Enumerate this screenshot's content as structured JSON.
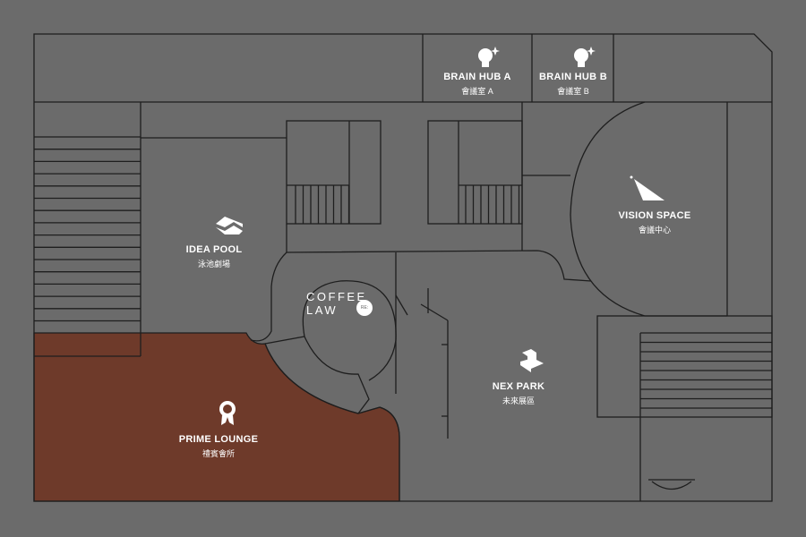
{
  "rooms": {
    "brain_hub_a": {
      "en": "BRAIN HUB A",
      "zh": "會議室 A"
    },
    "brain_hub_b": {
      "en": "BRAIN HUB B",
      "zh": "會議室 B"
    },
    "vision_space": {
      "en": "VISION SPACE",
      "zh": "會議中心"
    },
    "idea_pool": {
      "en": "IDEA POOL",
      "zh": "泳池劇場"
    },
    "coffee_law": {
      "line1": "COFFEE",
      "line2": "LAW",
      "badge": "RE:"
    },
    "nex_park": {
      "en": "NEX PARK",
      "zh": "未來展區"
    },
    "prime_lounge": {
      "en": "PRIME LOUNGE",
      "zh": "禮賓會所"
    }
  },
  "colors": {
    "background": "#6b6b6b",
    "highlight": "#6e3a2a",
    "lines": "#1e1e1e"
  }
}
